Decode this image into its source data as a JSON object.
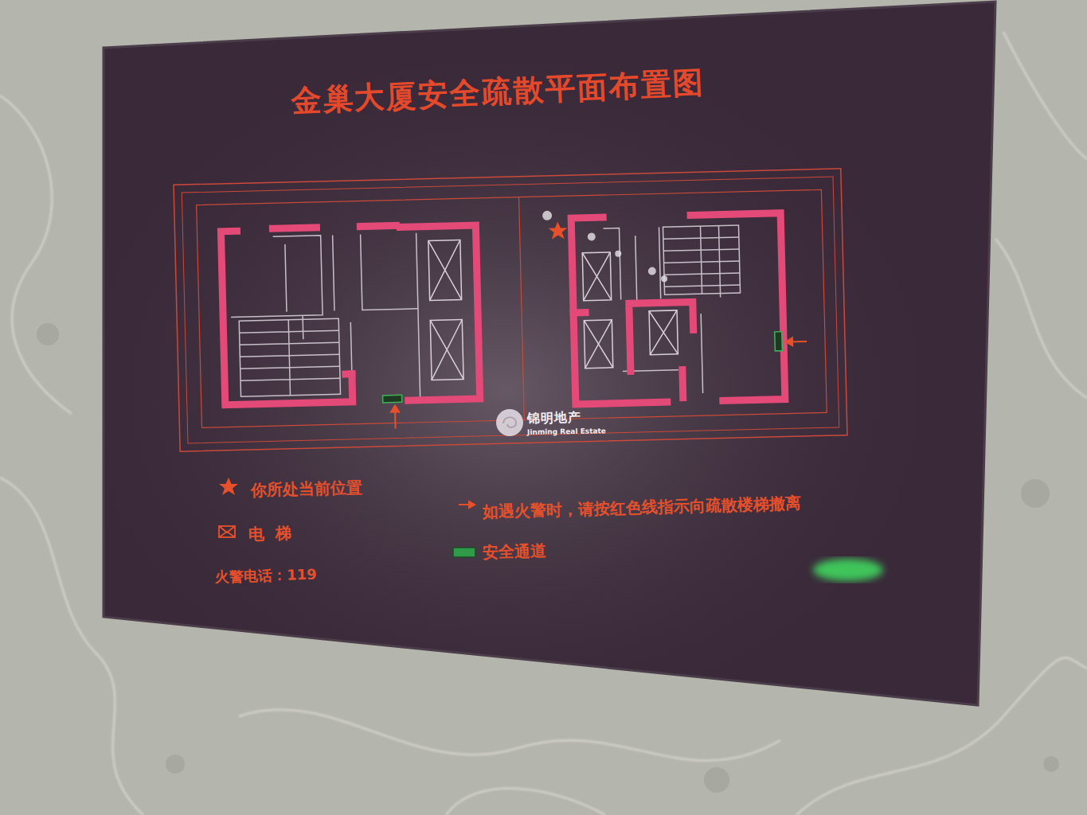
{
  "diagram": {
    "title": "金巢大厦安全疏散平面布置图",
    "labels": [
      "火警电话：119",
      "锦明地产",
      "Jinming Real Estate"
    ],
    "legend": [
      {
        "text": "你所处当前位置"
      },
      {
        "text": "电梯"
      },
      {
        "text": "如遇火警时，请按红色线指示向疏散楼梯撤离"
      },
      {
        "text": "安全通道",
        "color": "#2f9a48"
      }
    ]
  }
}
